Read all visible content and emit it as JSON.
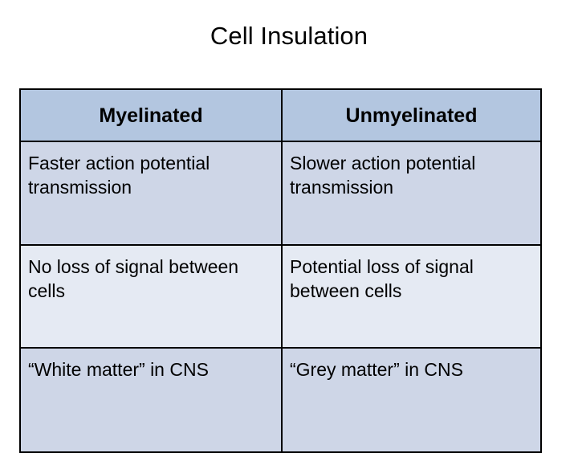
{
  "slide": {
    "title": "Cell Insulation",
    "background_color": "#ffffff"
  },
  "table": {
    "header_background": "#b3c6e0",
    "row_background_a": "#ced6e7",
    "row_background_b": "#e5eaf3",
    "border_color": "#000000",
    "columns": [
      {
        "header": "Myelinated"
      },
      {
        "header": "Unmyelinated"
      }
    ],
    "rows": [
      {
        "left": "Faster action potential transmission",
        "right": "Slower action potential transmission"
      },
      {
        "left": "No loss of signal between cells",
        "right": "Potential loss of signal between cells"
      },
      {
        "left": "“White matter” in CNS",
        "right": "“Grey matter” in CNS"
      }
    ]
  }
}
